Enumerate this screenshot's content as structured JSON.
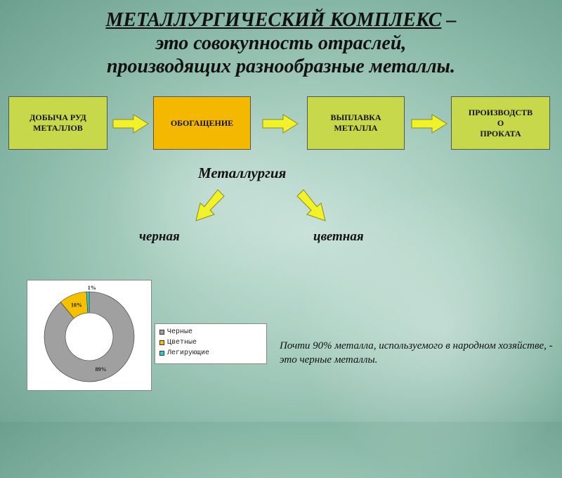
{
  "title": {
    "line1": "МЕТАЛЛУРГИЧЕСКИЙ КОМПЛЕКС",
    "dash": " –",
    "line2": "это совокупность отраслей,",
    "line3": "производящих разнообразные металлы."
  },
  "process": {
    "steps": [
      {
        "line1": "ДОБЫЧА РУД",
        "line2": "МЕТАЛЛОВ"
      },
      {
        "line1": "ОБОГАЩЕНИЕ"
      },
      {
        "line1": "ВЫПЛАВКА",
        "line2": "МЕТАЛЛА"
      },
      {
        "line1": "ПРОИЗВОДСТВ",
        "line2": "О",
        "line3": "ПРОКАТА"
      }
    ]
  },
  "branches": {
    "root": "Металлургия",
    "left": "черная",
    "right": "цветная"
  },
  "chart_data": {
    "type": "pie",
    "variant": "donut",
    "slices": [
      {
        "label": "Черные",
        "value": 89,
        "data_label": "89%",
        "color": "#a0a0a0"
      },
      {
        "label": "Цветные",
        "value": 10,
        "data_label": "10%",
        "color": "#f5c000"
      },
      {
        "label": "Легирующие",
        "value": 1,
        "data_label": "1%",
        "color": "#33cccc"
      }
    ],
    "legend": {
      "placement": "right"
    }
  },
  "note": "Почти 90% металла, используемого в народном хозяйстве, - это черные металлы.",
  "colors": {
    "step_green": "#c7d94a",
    "step_orange": "#f5b800",
    "arrow_yellow": "#f2f22a"
  }
}
